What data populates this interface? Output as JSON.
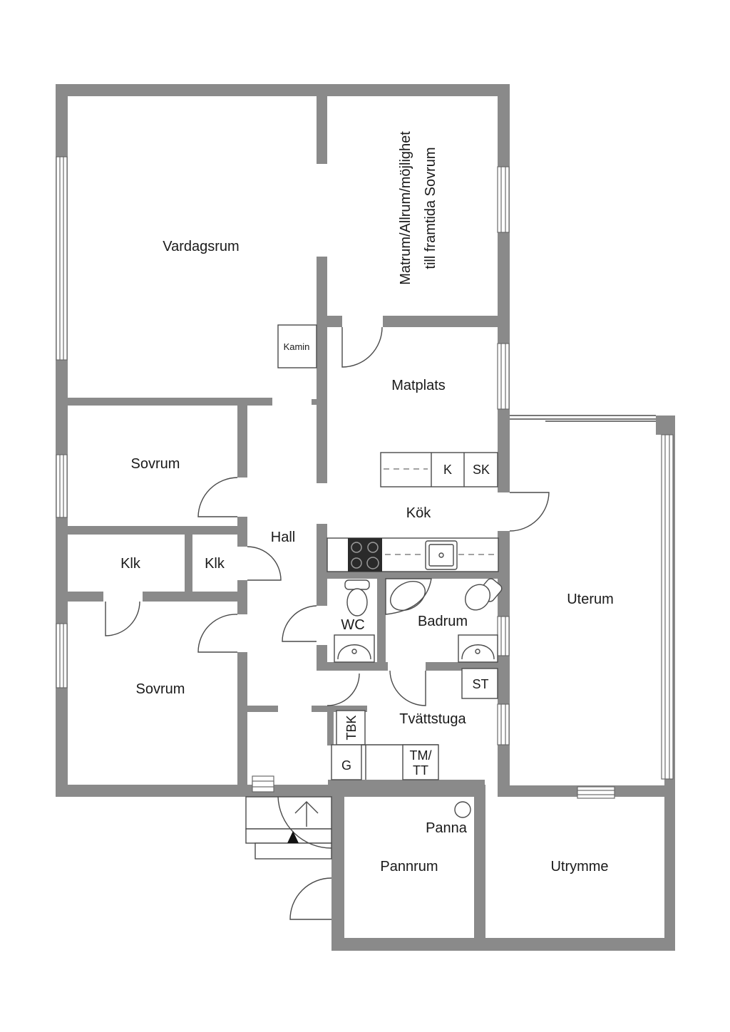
{
  "rooms": {
    "vardagsrum": "Vardagsrum",
    "matrum_line1": "Matrum/Allrum/möjlighet",
    "matrum_line2": "till framtida Sovrum",
    "matplats": "Matplats",
    "sovrum_top": "Sovrum",
    "sovrum_bottom": "Sovrum",
    "klk_left": "Klk",
    "klk_right": "Klk",
    "hall": "Hall",
    "kok": "Kök",
    "wc": "WC",
    "badrum": "Badrum",
    "uterum": "Uterum",
    "tvattstuga": "Tvättstuga",
    "pannrum": "Pannrum",
    "utrymme": "Utrymme"
  },
  "fixtures": {
    "kamin": "Kamin",
    "k": "K",
    "sk": "SK",
    "st": "ST",
    "tbk": "TBK",
    "g": "G",
    "tm_line1": "TM/",
    "tm_line2": "TT",
    "panna": "Panna"
  }
}
